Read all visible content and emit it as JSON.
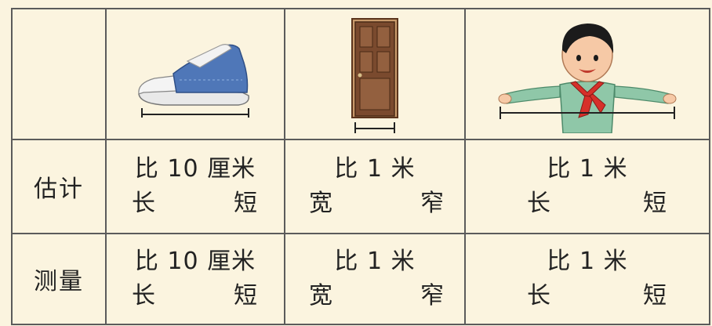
{
  "rows": [
    {
      "label": "估计",
      "cells": [
        {
          "compare": "比 10 厘米",
          "opt_a": "长",
          "opt_b": "短"
        },
        {
          "compare": "比 1 米",
          "opt_a": "宽",
          "opt_b": "窄"
        },
        {
          "compare": "比 1 米",
          "opt_a": "长",
          "opt_b": "短"
        }
      ]
    },
    {
      "label": "测量",
      "cells": [
        {
          "compare": "比 10 厘米",
          "opt_a": "长",
          "opt_b": "短"
        },
        {
          "compare": "比 1 米",
          "opt_a": "宽",
          "opt_b": "窄"
        },
        {
          "compare": "比 1 米",
          "opt_a": "长",
          "opt_b": "短"
        }
      ]
    }
  ],
  "pictures": [
    "shoe",
    "door",
    "child-arms-outstretched"
  ],
  "colors": {
    "background": "#fbf4df",
    "border": "#5b5b5b",
    "shoe_blue": "#4f77b8",
    "door_brown": "#7a4a2e",
    "scarf_red": "#d6302a",
    "shirt_green": "#8fc7a8"
  }
}
